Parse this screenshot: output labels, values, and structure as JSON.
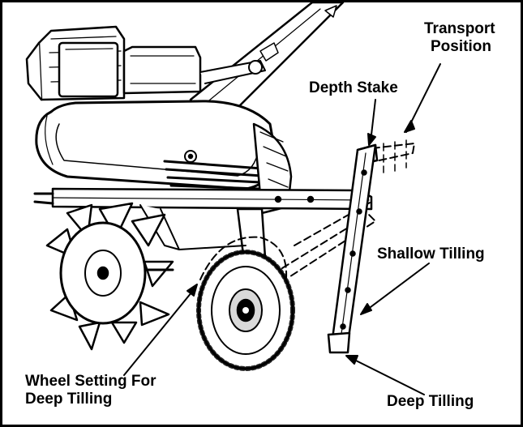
{
  "colors": {
    "ink": "#000000",
    "paper": "#ffffff",
    "shade": "#d9d9d9",
    "mid": "#8c8c8c"
  },
  "labels": {
    "transport_line1": "Transport",
    "transport_line2": "Position",
    "depth_stake": "Depth Stake",
    "shallow_tilling": "Shallow Tilling",
    "wheel_line1": "Wheel Setting For",
    "wheel_line2": "Deep Tilling",
    "deep_tilling": "Deep Tilling"
  }
}
